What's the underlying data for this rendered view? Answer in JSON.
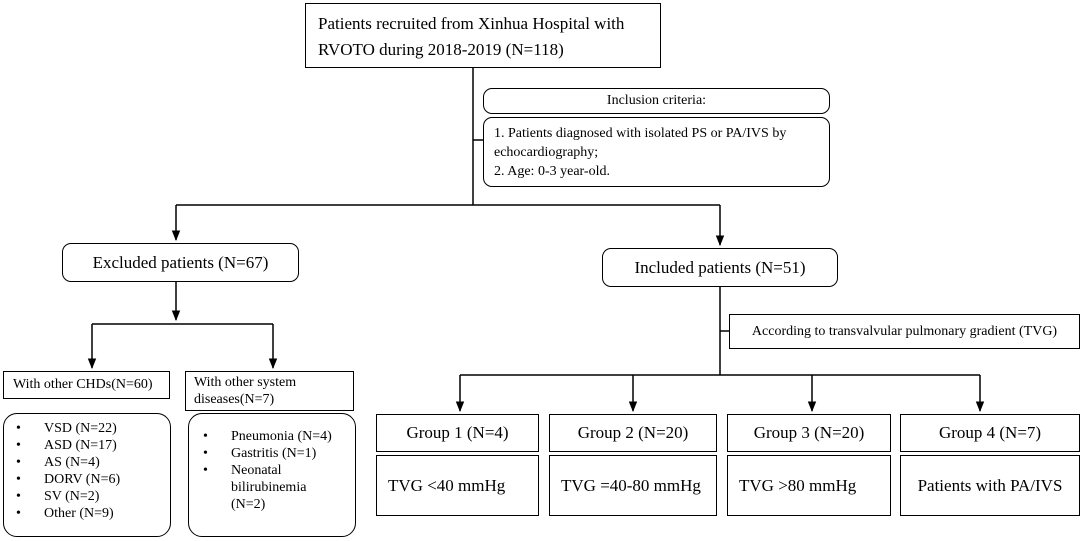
{
  "top": {
    "line1": "Patients recruited from Xinhua Hospital with",
    "line2": "RVOTO during 2018-2019  (N=118)"
  },
  "inclusion": {
    "title": "Inclusion  criteria:",
    "lines": [
      "1. Patients diagnosed with isolated PS or PA/IVS by",
      "echocardiography;",
      "2. Age: 0-3 year-old."
    ]
  },
  "excluded": {
    "label": "Excluded patients (N=67)"
  },
  "included": {
    "label": "Included patients (N=51)"
  },
  "tvg_note": {
    "label": "According to transvalvular  pulmonary  gradient  (TVG)"
  },
  "chd": {
    "title": "With other CHDs(N=60)",
    "items": [
      "VSD (N=22)",
      "ASD (N=17)",
      "AS (N=4)",
      "DORV (N=6)",
      "SV (N=2)",
      "Other (N=9)"
    ]
  },
  "system": {
    "title_line1": "With other system",
    "title_line2": "diseases(N=7)",
    "items": [
      "Pneumonia  (N=4)",
      "Gastritis   (N=1)",
      "Neonatal",
      "bilirubinemia",
      "(N=2)"
    ]
  },
  "bullet_char": "•",
  "groups": [
    {
      "label": "Group 1 (N=4)",
      "value": "TVG <40 mmHg"
    },
    {
      "label": "Group 2 (N=20)",
      "value": "TVG =40-80 mmHg"
    },
    {
      "label": "Group 3 (N=20)",
      "value": "TVG >80 mmHg"
    },
    {
      "label": "Group 4 (N=7)",
      "value": "Patients with PA/IVS"
    }
  ]
}
